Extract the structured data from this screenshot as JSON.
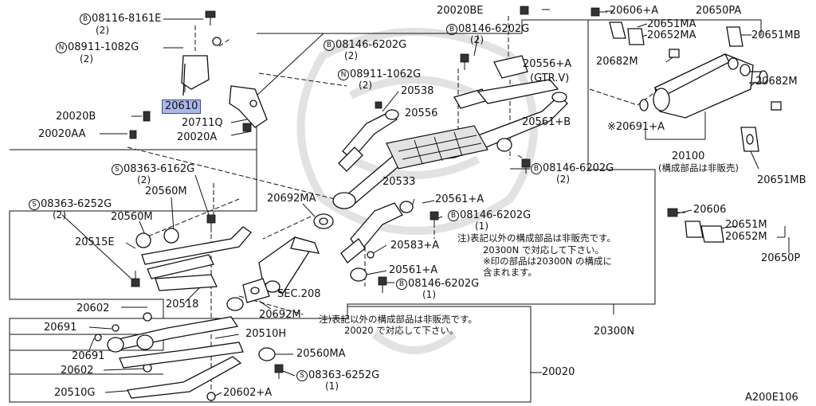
{
  "diagram_id": "A200E106",
  "highlighted_part": "20610",
  "part_labels": {
    "p1": "20020BE",
    "p2": "20606+A",
    "p3": "20650PA",
    "p4": "20651MA",
    "p5": "20652MA",
    "p6": "20651MB",
    "p7": "20556+A",
    "p8": "(GTR.V)",
    "p9": "20682M",
    "p10": "20682M",
    "p11": "20538",
    "p12": "20556",
    "p13": "20561+B",
    "p14": "※20691+A",
    "p15": "20100",
    "p16": "20651MB",
    "p17": "20020B",
    "p18": "20711Q",
    "p19": "20020A",
    "p20": "20020AA",
    "p21": "20560M",
    "p22": "20560M",
    "p23": "20515E",
    "p24": "20692MA",
    "p25": "20533",
    "p26": "20561+A",
    "p27": "20583+A",
    "p28": "20561+A",
    "p29": "20606",
    "p30": "20651M",
    "p31": "20652M",
    "p32": "20650P",
    "p33": "20518",
    "p34": "20692M",
    "p35": "SEC.208",
    "p36": "20300N",
    "p37": "20602",
    "p38": "20691",
    "p39": "20691",
    "p40": "20602",
    "p41": "20510H",
    "p42": "20560MA",
    "p43": "20020",
    "p44": "20510G",
    "p45": "20602+A"
  },
  "badge_labels": [
    {
      "badge": "B",
      "code": "08116-8161E",
      "qty": "(2)"
    },
    {
      "badge": "N",
      "code": "08911-1082G",
      "qty": "(2)"
    },
    {
      "badge": "B",
      "code": "08146-6202G",
      "qty": "(2)"
    },
    {
      "badge": "B",
      "code": "08146-6202G",
      "qty": "(2)"
    },
    {
      "badge": "N",
      "code": "08911-1062G",
      "qty": "(2)"
    },
    {
      "badge": "B",
      "code": "08146-6202G",
      "qty": "(2)"
    },
    {
      "badge": "S",
      "code": "08363-6162G",
      "qty": "(2)"
    },
    {
      "badge": "S",
      "code": "08363-6252G",
      "qty": "(2)"
    },
    {
      "badge": "B",
      "code": "08146-6202G",
      "qty": "(1)"
    },
    {
      "badge": "B",
      "code": "08146-6202G",
      "qty": "(1)"
    },
    {
      "badge": "S",
      "code": "08363-6252G",
      "qty": "(1)"
    }
  ],
  "notes": {
    "n20100": "(構成部品は非販売)",
    "n20300n_1": "注)表記以外の構成部品は非販売です。",
    "n20300n_2": "20300N で対応して下さい。",
    "n20300n_3": "※印の部品は20300N の構成に",
    "n20300n_4": "含まれます。",
    "n20020_1": "注)表記以外の構成部品は非販売です。",
    "n20020_2": "20020 で対応して下さい。"
  }
}
